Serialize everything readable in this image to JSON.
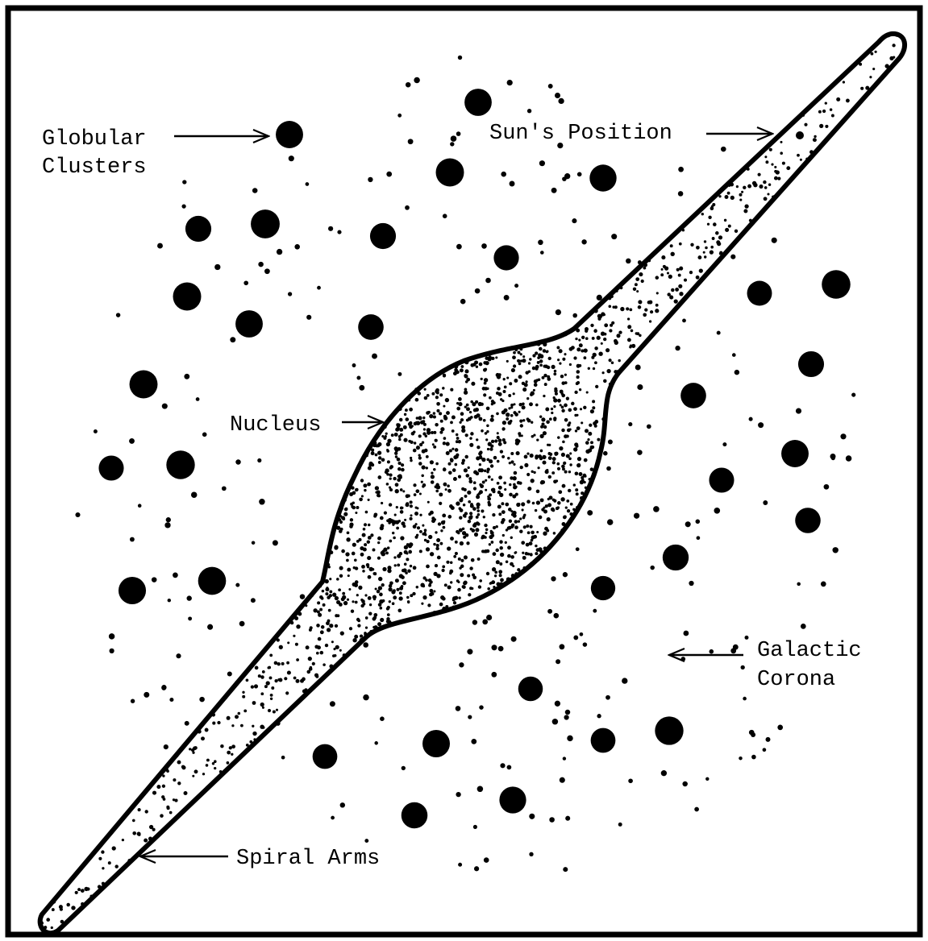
{
  "labels": {
    "globular_clusters_line1": "Globular",
    "globular_clusters_line2": "Clusters",
    "sun_position": "Sun's Position",
    "nucleus": "Nucleus",
    "galactic_corona_line1": "Galactic",
    "galactic_corona_line2": "Corona",
    "spiral_arms": "Spiral Arms"
  },
  "colors": {
    "ink": "#000000",
    "background": "#ffffff"
  }
}
